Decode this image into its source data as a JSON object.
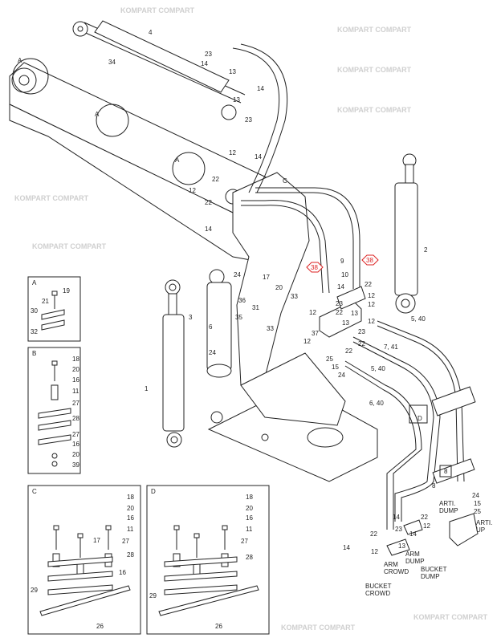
{
  "diagram": {
    "title": "Boom / arm hydraulic piping parts diagram",
    "watermark": [
      "KOMPART",
      "COMPART"
    ],
    "highlight_color": "#dd2222",
    "highlighted_part": "38",
    "callouts": [
      "4",
      "34",
      "23",
      "14",
      "13",
      "14",
      "13",
      "23",
      "12",
      "14",
      "22",
      "12",
      "22",
      "14",
      "2",
      "9",
      "10",
      "22",
      "14",
      "12",
      "23",
      "22",
      "12",
      "13",
      "12",
      "12",
      "37",
      "13",
      "23",
      "22",
      "12",
      "22",
      "25",
      "15",
      "24",
      "5, 40",
      "7, 41",
      "5, 40",
      "6, 40",
      "17",
      "20",
      "33",
      "24",
      "31",
      "36",
      "35",
      "33",
      "3",
      "6",
      "24",
      "1",
      "8",
      "24",
      "15",
      "25",
      "14",
      "22",
      "12",
      "23",
      "14",
      "13",
      "12",
      "22",
      "14",
      "A",
      "A",
      "A",
      "C",
      "D",
      "8"
    ],
    "highlight_labels": [
      "38",
      "38"
    ],
    "flow_labels": [
      "ARM\nCROWD",
      "BUCKET\nCROWD",
      "ARM\nDUMP",
      "BUCKET\nDUMP",
      "ARTI.\nDUMP",
      "ARTI.\nUP"
    ],
    "insets": [
      {
        "id": "A",
        "callouts": [
          "19",
          "21",
          "30",
          "32"
        ]
      },
      {
        "id": "B",
        "callouts": [
          "18",
          "20",
          "16",
          "11",
          "27",
          "28",
          "27",
          "16",
          "20",
          "39"
        ]
      },
      {
        "id": "C",
        "callouts": [
          "18",
          "20",
          "16",
          "11",
          "27",
          "28",
          "17",
          "16",
          "29",
          "26"
        ]
      },
      {
        "id": "D",
        "callouts": [
          "18",
          "20",
          "16",
          "11",
          "27",
          "28",
          "29",
          "26"
        ]
      }
    ]
  }
}
